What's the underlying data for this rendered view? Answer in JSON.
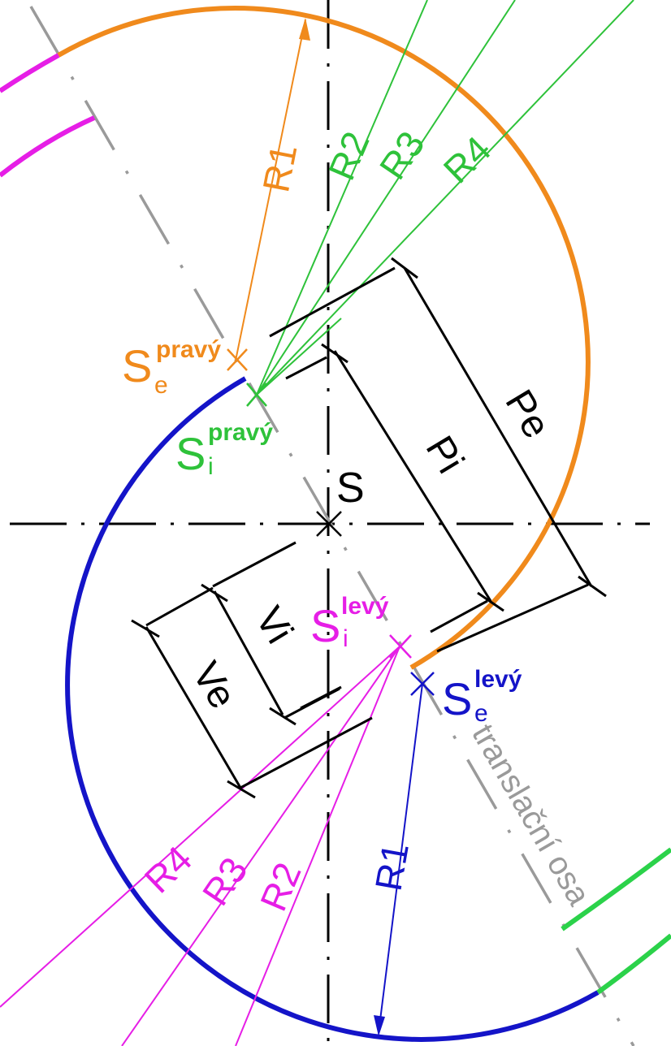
{
  "colors": {
    "black": "#000000",
    "orange": "#f08a1c",
    "green": "#2ec23a",
    "lightgreen": "#2bd24a",
    "blue": "#1414c8",
    "magenta": "#e61ee6",
    "gray": "#9a9a9a"
  },
  "labels": {
    "r1_top": "R1",
    "r2_top": "R2",
    "r3_top": "R3",
    "r4_top": "R4",
    "se_right_main": "S",
    "se_right_sub": "e",
    "se_right_sup": "pravý",
    "si_right_main": "S",
    "si_right_sub": "i",
    "si_right_sup": "pravý",
    "center": "S",
    "pe": "Pe",
    "pi": "Pi",
    "vi": "Vi",
    "ve": "Ve",
    "si_left_main": "S",
    "si_left_sub": "i",
    "si_left_sup": "levý",
    "se_left_main": "S",
    "se_left_sub": "e",
    "se_left_sup": "levý",
    "axis": "translační osa",
    "r4_bottom": "R4",
    "r3_bottom": "R3",
    "r2_bottom": "R2",
    "r1_bottom": "R1"
  }
}
